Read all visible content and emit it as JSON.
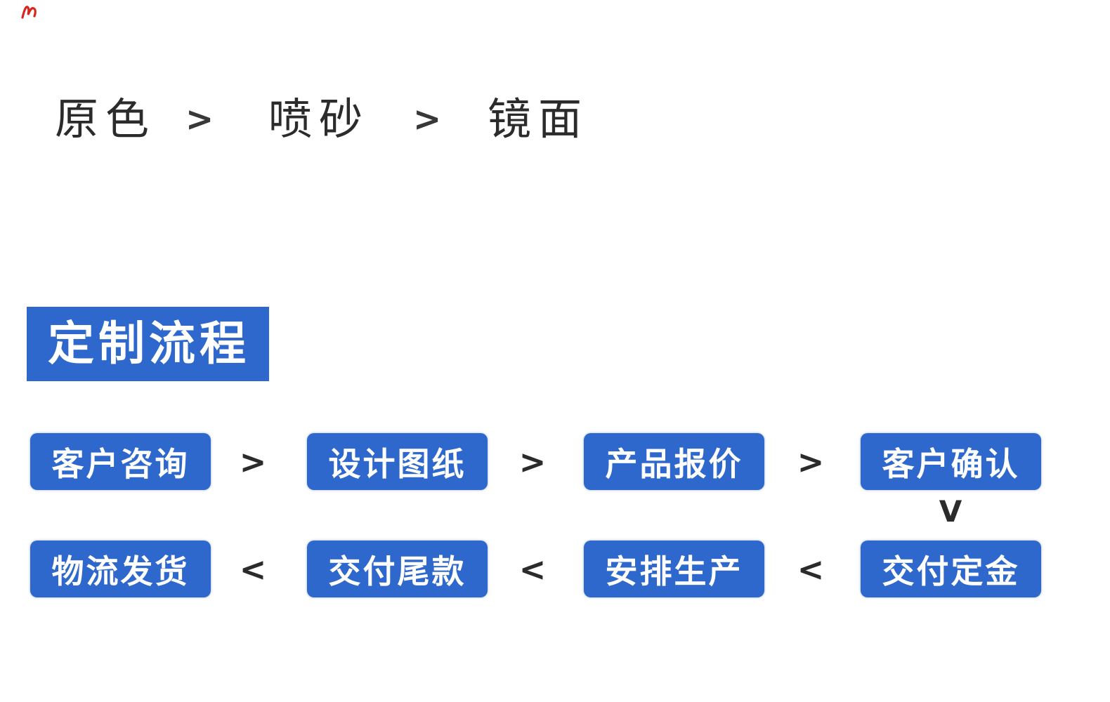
{
  "colors": {
    "primary_blue": "#2e68cc",
    "dark_text": "#2b2b2b",
    "white_text": "#ffffff",
    "red_mark": "#d9251c"
  },
  "finish_row": {
    "options": [
      "原色",
      "喷砂",
      "镜面"
    ],
    "separator": ">"
  },
  "section_banner": {
    "title": "定制流程"
  },
  "flow": {
    "row1": {
      "steps": [
        "客户咨询",
        "设计图纸",
        "产品报价",
        "客户确认"
      ],
      "separator": ">"
    },
    "connector": "V",
    "row2": {
      "steps": [
        "物流发货",
        "交付尾款",
        "安排生产",
        "交付定金"
      ],
      "separator": "<"
    }
  }
}
